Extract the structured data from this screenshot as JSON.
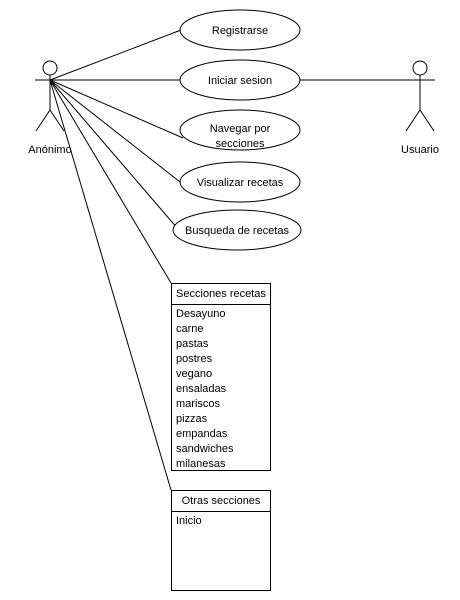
{
  "actors": {
    "anonimo": "Anónimo",
    "usuario": "Usuario"
  },
  "use_cases": {
    "registrarse": "Registrarse",
    "iniciar_sesion": "Iniciar sesion",
    "navegar_line1": "Navegar por",
    "navegar_line2": "secciones",
    "visualizar_recetas": "Visualizar recetas",
    "busqueda_recetas": "Busqueda de recetas"
  },
  "secciones_recetas": {
    "title": "Secciones recetas",
    "items": [
      "Desayuno",
      "carne",
      "pastas",
      "postres",
      "vegano",
      "ensaladas",
      "mariscos",
      "pizzas",
      "empandas",
      "sandwiches",
      "milanesas"
    ]
  },
  "otras_secciones": {
    "title": "Otras secciones",
    "items": [
      "Inicio"
    ]
  }
}
